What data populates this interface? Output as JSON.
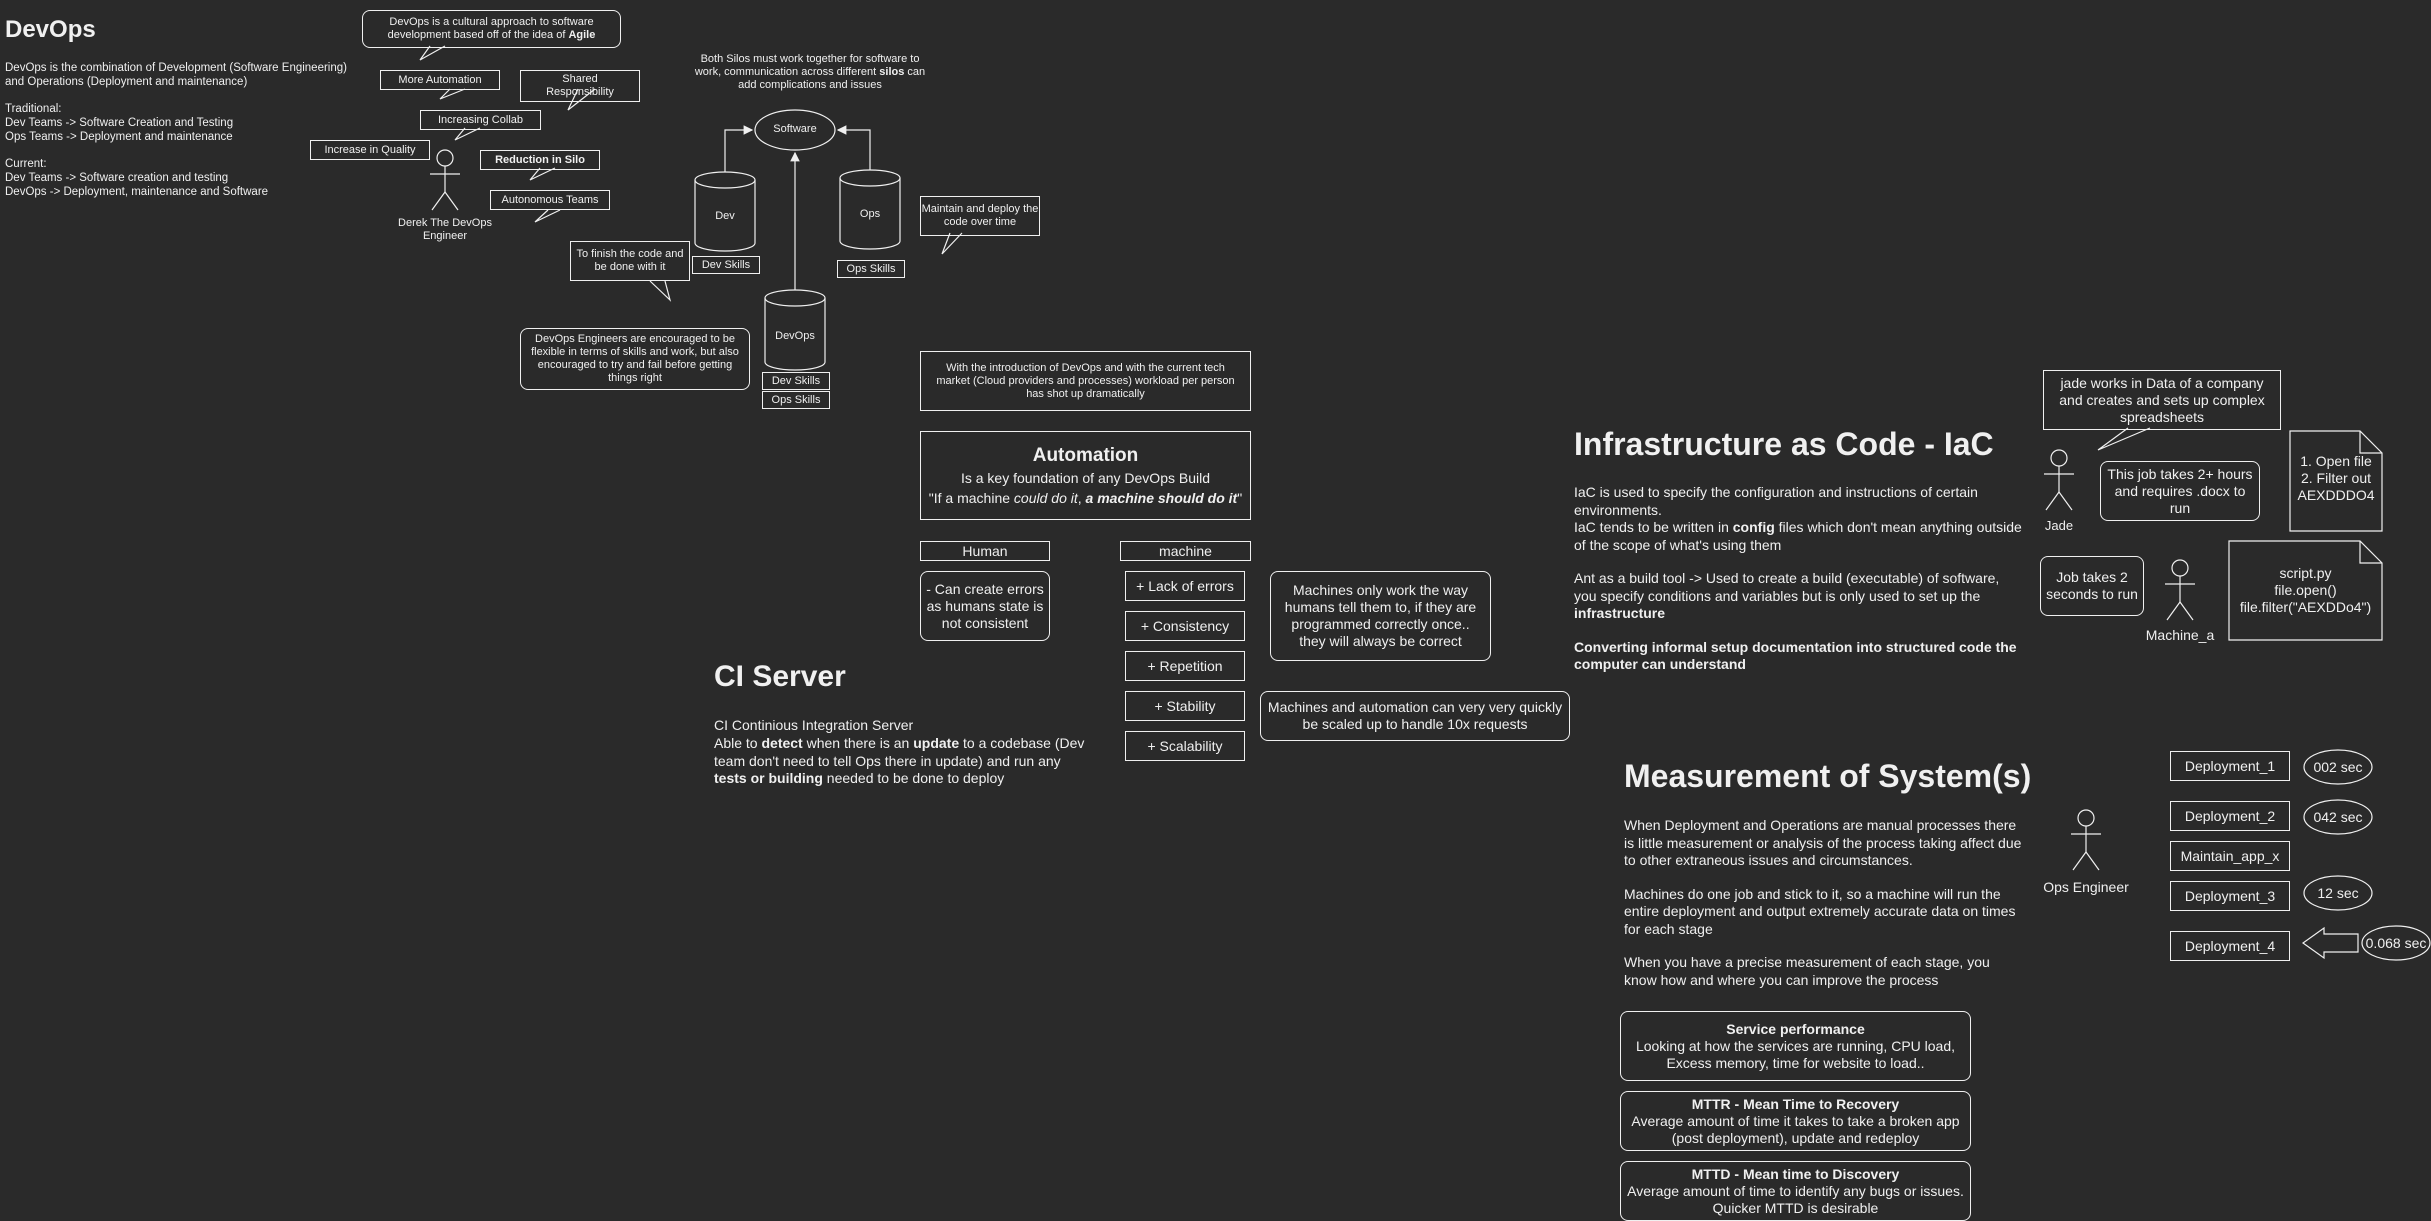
{
  "devops": {
    "title": "DevOps",
    "intro": "DevOps is the combination of Development (Software Engineering) and Operations (Deployment and maintenance)",
    "traditional_h": "Traditional:",
    "traditional_1": "Dev Teams -> Software Creation and Testing",
    "traditional_2": "Ops Teams -> Deployment and maintenance",
    "current_h": "Current:",
    "current_1": "Dev Teams -> Software creation and testing",
    "current_2": "DevOps -> Deployment, maintenance and Software",
    "callout_agile_pre": "DevOps is a cultural approach to software development based off of the idea of ",
    "callout_agile_bold": "Agile",
    "more_automation": "More Automation",
    "shared_resp": "Shared Responsibility",
    "increasing_collab": "Increasing Collab",
    "increase_quality": "Increase in Quality",
    "reduction_silo": "Reduction in Silo",
    "autonomous_teams": "Autonomous Teams",
    "derek_label": "Derek The DevOps Engineer",
    "finish_code": "To finish the code and be done with it",
    "devops_engineers_note": "DevOps Engineers are encouraged to be flexible in terms of skills and work, but also encouraged to try and fail before getting things right",
    "silos_note_pre": "Both Silos must work together for software to work, communication across different ",
    "silos_note_bold": "silos",
    "silos_note_post": " can add complications and issues",
    "software": "Software",
    "dev": "Dev",
    "ops": "Ops",
    "devops_db": "DevOps",
    "dev_skills": "Dev Skills",
    "ops_skills": "Ops Skills",
    "maintain_deploy": "Maintain and deploy the code over time"
  },
  "automation": {
    "intro_note": "With the introduction of DevOps and with the current tech market (Cloud providers and processes) workload per person has shot up dramatically",
    "title": "Automation",
    "subtitle": "Is a key foundation of any DevOps Build",
    "quote_1": "\"If a machine ",
    "quote_2": "could do it",
    "quote_3": ", ",
    "quote_4": "a machine should do it",
    "quote_5": "\"",
    "human": "Human",
    "machine": "machine",
    "human_note": "- Can create errors as humans state is not consistent",
    "machine_items": [
      "+ Lack of errors",
      "+ Consistency",
      "+ Repetition",
      "+ Stability",
      "+ Scalability"
    ],
    "machines_work": "Machines only work the way humans tell them to, if they are programmed correctly once.. they will always be correct",
    "machines_scale": "Machines and automation can very very quickly be scaled up to handle 10x requests"
  },
  "ci": {
    "title": "CI Server",
    "line1": "CI Continious Integration Server",
    "l2a": "Able to ",
    "l2b": "detect",
    "l2c": " when there is an ",
    "l2d": "update",
    "l2e": " to a codebase (Dev team don't need to tell Ops there in update) and run any ",
    "l2f": "tests or building",
    "l2g": " needed to be done to deploy"
  },
  "iac": {
    "title": "Infrastructure as Code - IaC",
    "p1": "IaC is used to specify the configuration and instructions of certain environments.",
    "p2a": "IaC tends to be written in ",
    "p2b": "config",
    "p2c": " files which don't mean anything outside of the scope of what's using them",
    "p3a": "Ant as a build tool -> Used to create a build (executable) of software, you specify conditions and variables but is only used to set up the ",
    "p3b": "infrastructure",
    "p4": "Converting informal setup documentation into structured code the computer can understand",
    "jade_note": "jade works in Data of a company and creates and sets up complex spreadsheets",
    "jade": "Jade",
    "job_hours": "This job takes 2+ hours and requires .docx to run",
    "doc1_1": "1. Open file",
    "doc1_2": "2. Filter out",
    "doc1_3": "AEXDDDO4",
    "job_2sec": "Job takes 2 seconds to run",
    "machine_a": "Machine_a",
    "doc2_1": "script.py",
    "doc2_2": "file.open()",
    "doc2_3": "file.filter(\"AEXDDo4\")"
  },
  "measure": {
    "title": "Measurement of System(s)",
    "p1": "When Deployment and Operations are manual processes there is little measurement or analysis of the process taking affect due to other extraneous issues and circumstances.",
    "p2": "Machines do one job and stick to it, so a machine will run the entire deployment and output extremely accurate data on times for each stage",
    "p3": "When you have a precise measurement of each stage, you know how and where you can improve the process",
    "sp_title": "Service performance",
    "sp_body": "Looking at how the services are running, CPU load, Excess memory, time for website to load..",
    "mttr_title": "MTTR - Mean Time to Recovery",
    "mttr_body": "Average amount of time it takes to take a broken app (post deployment), update and redeploy",
    "mttd_title": "MTTD - Mean time to Discovery",
    "mttd_body": "Average amount of time to identify any bugs or issues. Quicker MTTD is desirable",
    "ops_engineer": "Ops Engineer",
    "deploy_1": "Deployment_1",
    "deploy_2": "Deployment_2",
    "maintain": "Maintain_app_x",
    "deploy_3": "Deployment_3",
    "deploy_4": "Deployment_4",
    "t1": "002 sec",
    "t2": "042 sec",
    "t3": "12 sec",
    "t4": "0.068 sec"
  }
}
